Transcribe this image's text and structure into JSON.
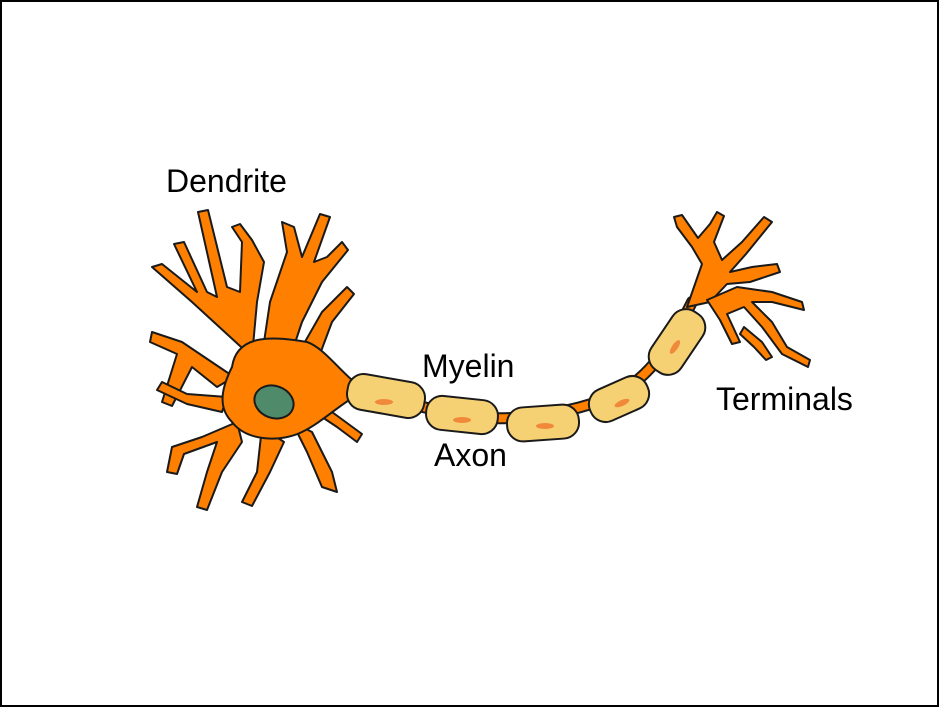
{
  "labels": {
    "dendrite": "Dendrite",
    "myelin": "Myelin",
    "axon": "Axon",
    "terminals": "Terminals"
  },
  "colors": {
    "cell_body": "#ff7f00",
    "outline": "#1a1a1a",
    "nucleus": "#4f8a6b",
    "myelin_sheath": "#f6d173",
    "schwann_nucleus": "#f08a3a",
    "border": "#000000"
  }
}
